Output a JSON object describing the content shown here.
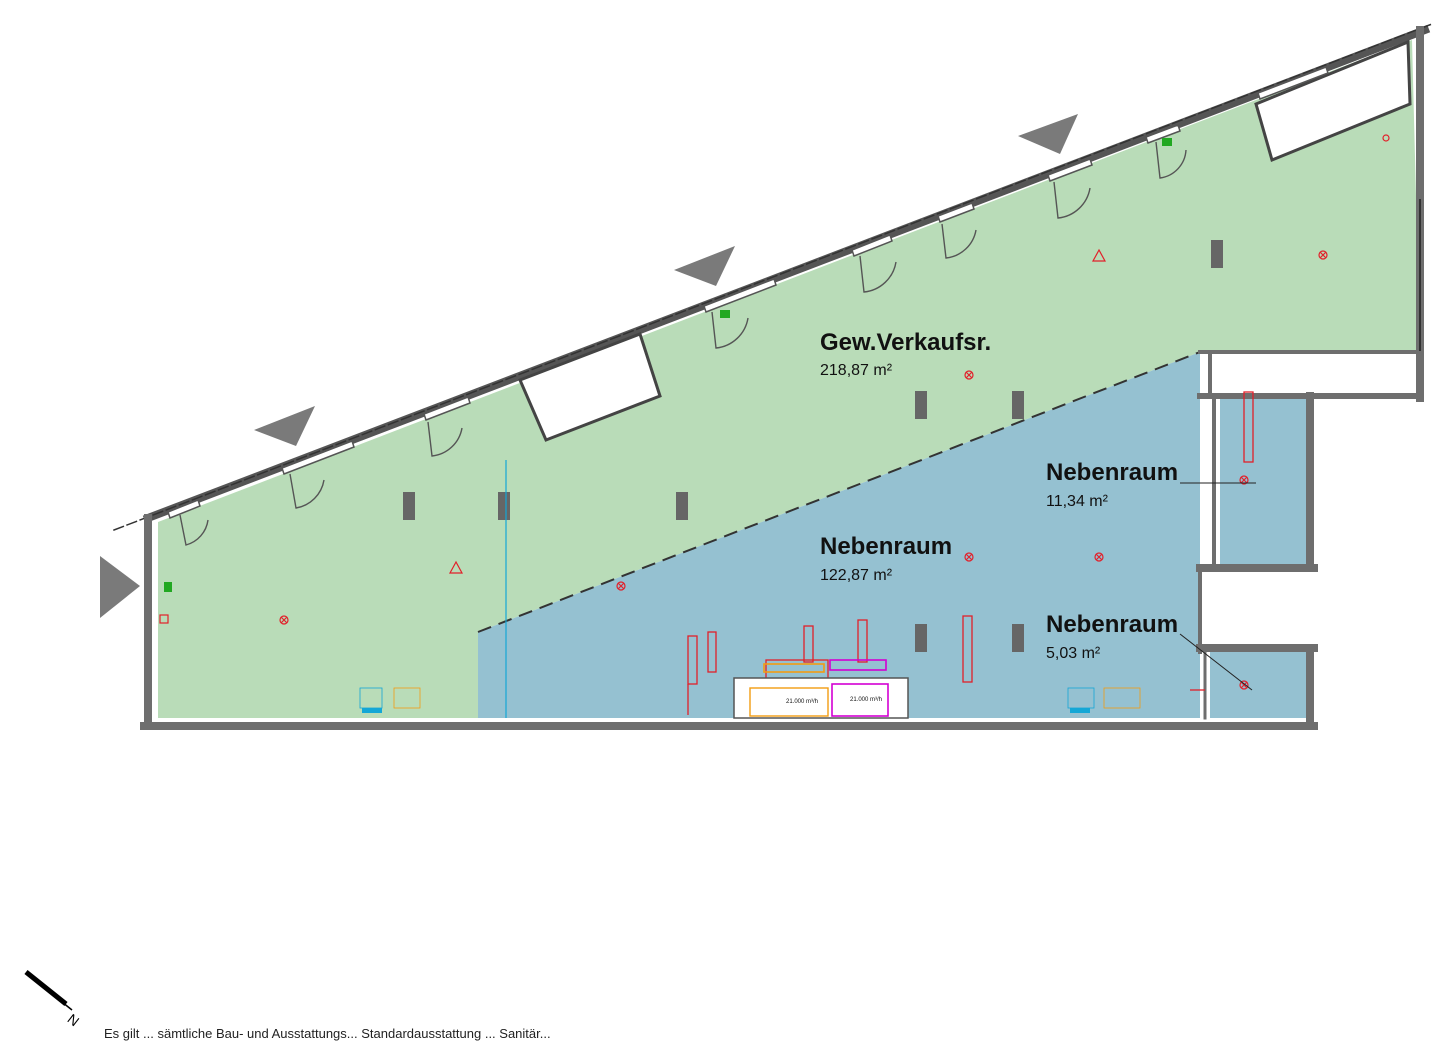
{
  "rooms": [
    {
      "name": "Gew.Verkaufsr.",
      "area": "218,87 m²"
    },
    {
      "name": "Nebenraum",
      "area": "122,87 m²"
    },
    {
      "name": "Nebenraum",
      "area": "11,34 m²"
    },
    {
      "name": "Nebenraum",
      "area": "5,03 m²"
    }
  ],
  "equipment": {
    "tank_1": "21.000 m³/h",
    "tank_2": "21.000 m³/h"
  },
  "north": {
    "label": "N"
  },
  "footer": {
    "note": "Es gilt ... sämtliche Bau- und Ausstattungs... Standardausstattung ... Sanitär..."
  },
  "colors": {
    "sales_area": "#b9dcb8",
    "side_room": "#95c1d1",
    "wall": "#6e6e6e",
    "annotation_red": "#e2202a",
    "annotation_magenta": "#d300d3",
    "annotation_orange": "#f39c12",
    "annotation_cyan": "#14a7d6",
    "annotation_green": "#22a822"
  }
}
